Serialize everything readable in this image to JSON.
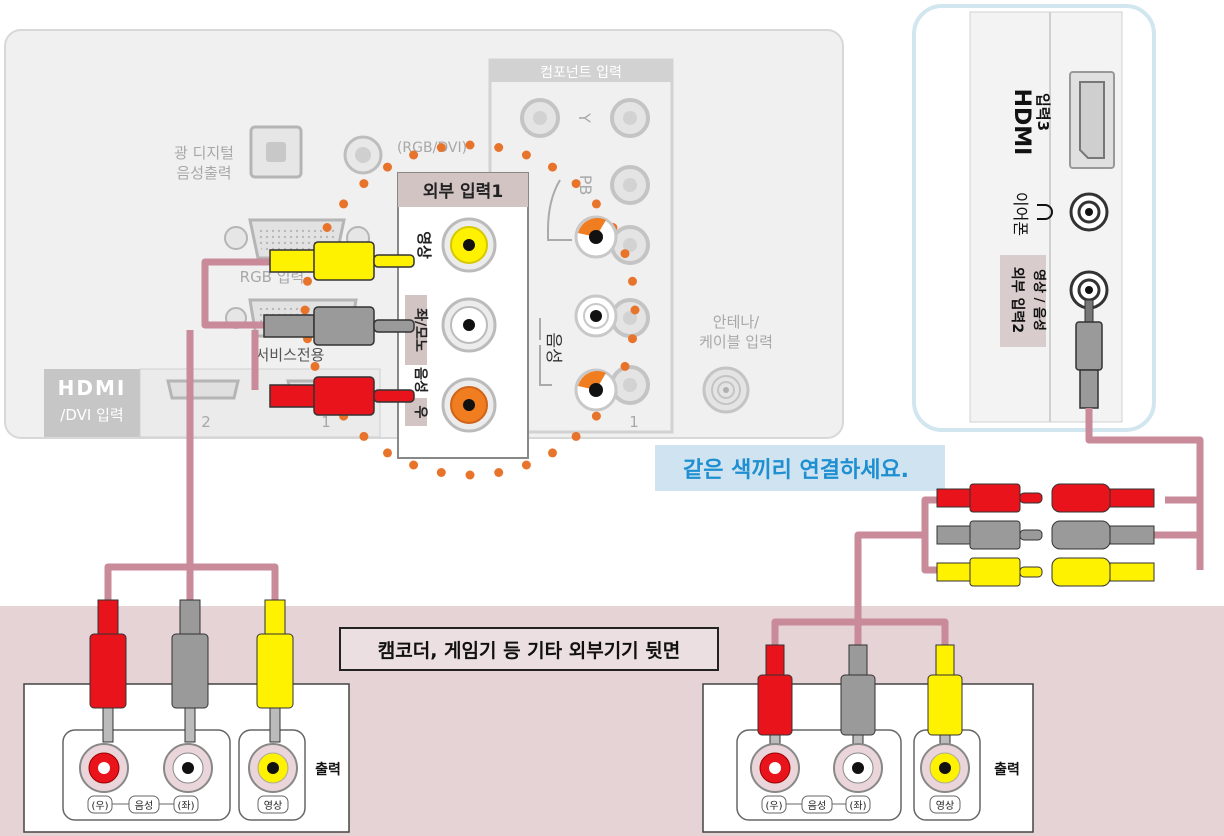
{
  "tv_panel": {
    "optical_label_1": "광 디지털",
    "optical_label_2": "음성출력",
    "rgb_dvi_label": "(RGB/DVI)",
    "rgb_input_label": "RGB 입력",
    "service_label": "서비스전용",
    "hdmi_logo": "HDMI",
    "hdmi_dvi_label": "/DVI 입력",
    "hdmi_port_1": "1",
    "hdmi_port_2": "2",
    "component_title": "컴포넌트 입력",
    "comp_y": "Y",
    "comp_pb": "PB",
    "comp_audio": "음성",
    "comp_number": "1",
    "antenna_label_1": "안테나/",
    "antenna_label_2": "케이블 입력"
  },
  "zoom": {
    "title": "외부 입력1",
    "video": "영상",
    "audio_left": "좌/모노",
    "audio_word": "음성",
    "audio_right": "우"
  },
  "side_panel": {
    "hdmi_logo": "HDMI",
    "hdmi3_label": "입력3",
    "earphone_label": "이어폰",
    "external_input2": "외부 입력2",
    "video_audio": "영상 / 음성"
  },
  "instructions": {
    "match_colors": "같은 색끼리 연결하세요.",
    "device_back": "캠코더, 게임기 등 기타 외부기기 뒷면"
  },
  "device_left": {
    "right_label": "(우)",
    "audio_label": "음성",
    "left_label": "(좌)",
    "video_label": "영상",
    "output_label": "출력"
  },
  "device_right": {
    "right_label": "(우)",
    "audio_label": "음성",
    "left_label": "(좌)",
    "video_label": "영상",
    "output_label": "출력"
  },
  "colors": {
    "red": "#e8131b",
    "white": "#9a9a9a",
    "yellow": "#fff200",
    "cable": "#c98a9a",
    "bottom_band": "#e5d3d6",
    "dots": "#e8742c",
    "instruction_box": "#cfe3f0",
    "instruction_text": "#1e8fd1"
  }
}
